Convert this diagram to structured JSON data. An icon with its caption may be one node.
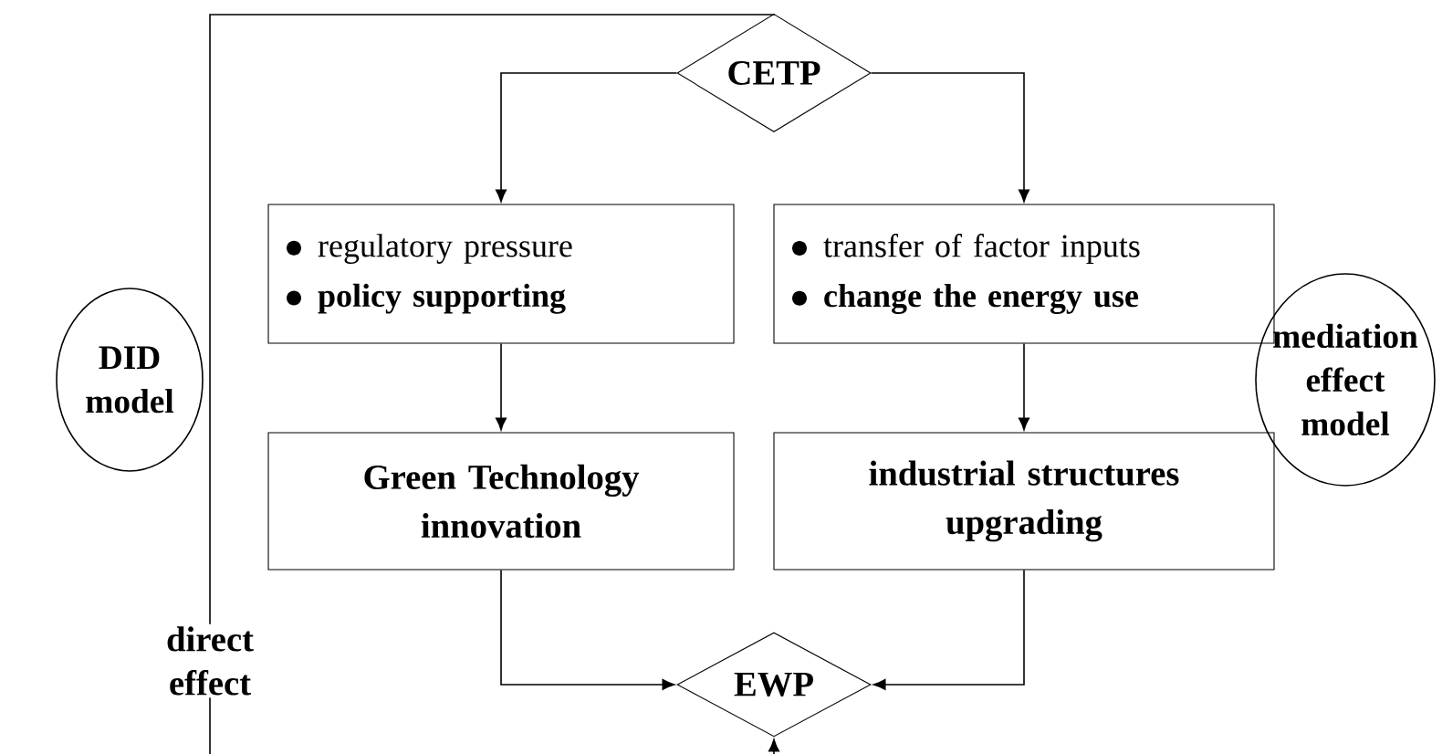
{
  "diagram": {
    "nodes": [
      {
        "text": [
          "CETP"
        ]
      },
      {
        "text": [
          "DID model"
        ]
      },
      {
        "text": [
          "regulatory pressure",
          "policy supporting"
        ]
      },
      {
        "text": [
          "transfer of factor inputs",
          "change the energy use"
        ]
      },
      {
        "text": [
          "mediation effect model"
        ]
      },
      {
        "text": [
          "Green Technology innovation"
        ]
      },
      {
        "text": [
          "industrial structures upgrading"
        ]
      },
      {
        "text": [
          "EWP"
        ]
      }
    ],
    "edges": [
      {
        "from": 0,
        "to": 2,
        "arrow": "to"
      },
      {
        "from": 0,
        "to": 3,
        "arrow": "to"
      },
      {
        "from": 2,
        "to": 5,
        "arrow": "to"
      },
      {
        "from": 3,
        "to": 6,
        "arrow": "to"
      },
      {
        "from": 5,
        "to": 7,
        "arrow": "to"
      },
      {
        "from": 6,
        "to": 7,
        "arrow": "to"
      },
      {
        "from": 0,
        "to": 7,
        "arrow": "to",
        "label": "direct effect"
      }
    ]
  }
}
